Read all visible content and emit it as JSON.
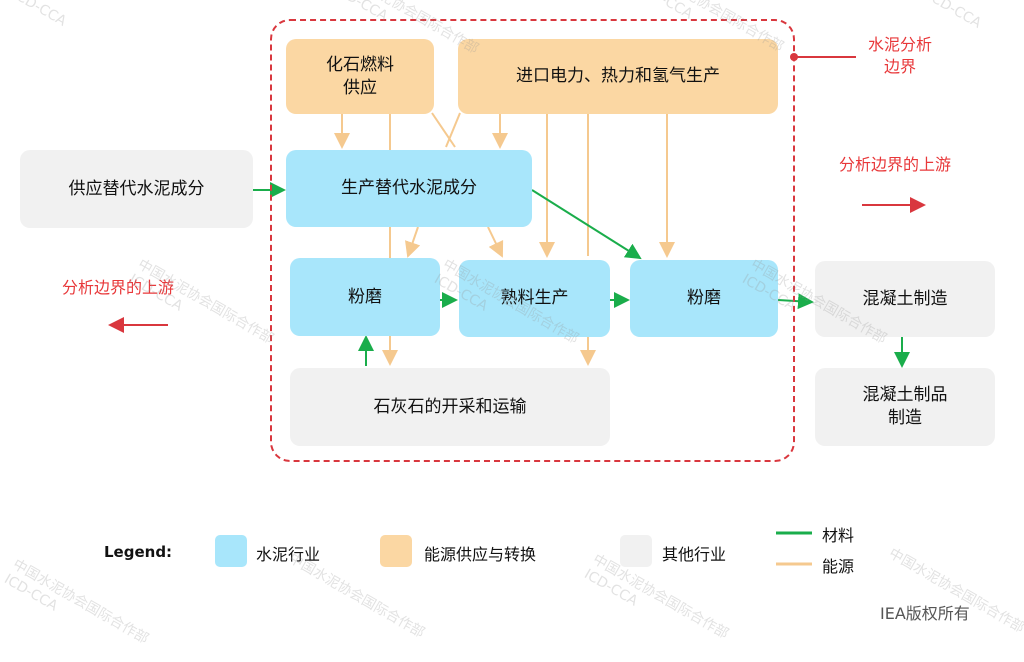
{
  "boxes": {
    "fossil_fuel": "化石燃料\n供应",
    "import_energy": "进口电力、热力和氢气生产",
    "supply_alt": "供应替代水泥成分",
    "produce_alt": "生产替代水泥成分",
    "grinding_left": "粉磨",
    "clinker": "熟料生产",
    "grinding_right": "粉磨",
    "limestone": "石灰石的开采和运输",
    "concrete": "混凝土制造",
    "concrete_products": "混凝土制品\n制造"
  },
  "labels": {
    "boundary": "水泥分析\n边界",
    "upstream_right": "分析边界的上游",
    "upstream_left": "分析边界的上游"
  },
  "legend": {
    "title": "Legend:",
    "cement": "水泥行业",
    "energy": "能源供应与转换",
    "other": "其他行业",
    "material": "材料",
    "energy_line": "能源"
  },
  "copyright": "IEA版权所有",
  "watermark": {
    "org": "中国水泥协会国际合作部",
    "code": "ICD-CCA"
  },
  "colors": {
    "cement": "#a8e6fb",
    "energy_box": "#fbd7a3",
    "other": "#f1f1f1",
    "material_line": "#1aad4b",
    "energy_line": "#f5c98f",
    "boundary": "#d9373e"
  }
}
